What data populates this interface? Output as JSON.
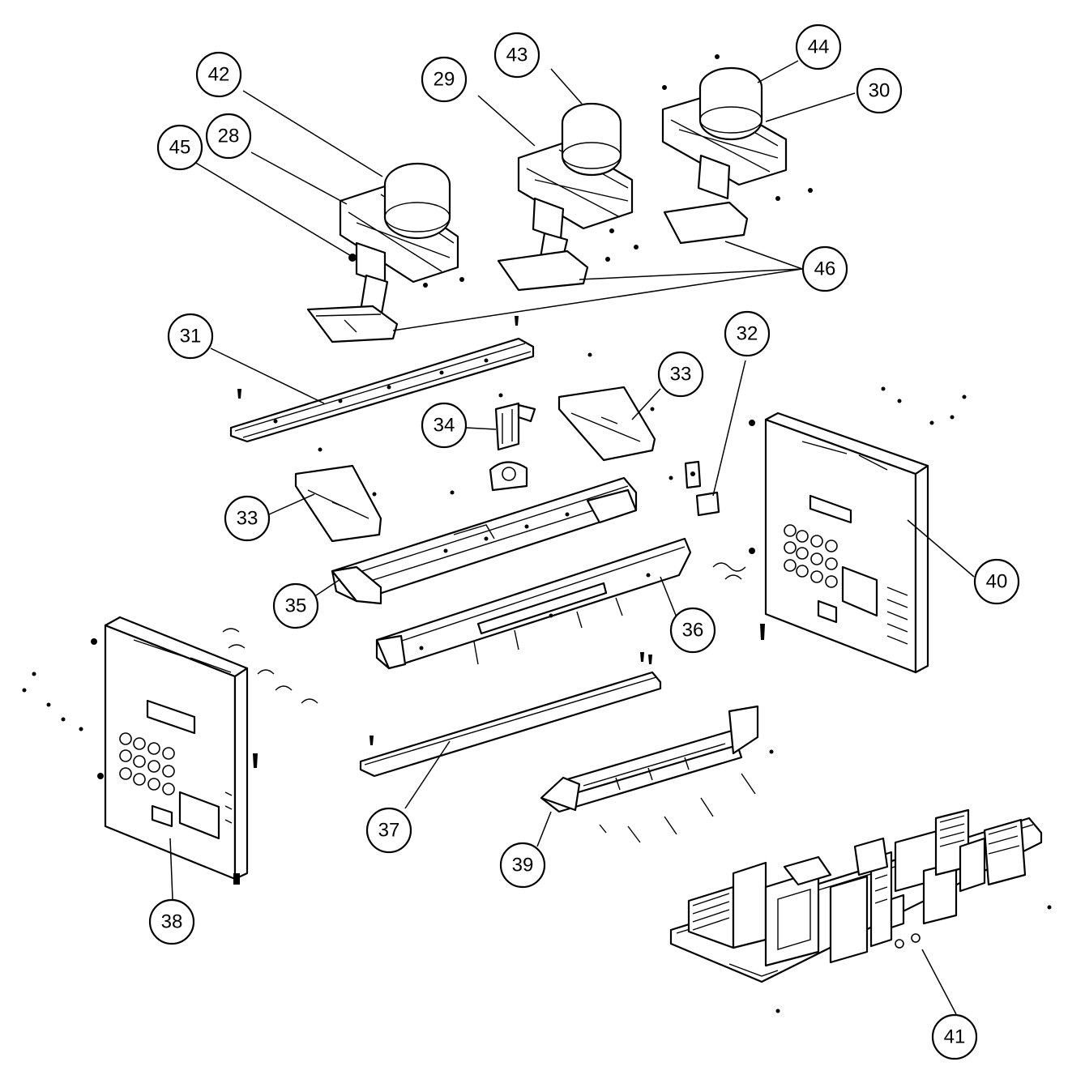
{
  "diagram": {
    "callouts": [
      {
        "part": "42-pot-knob",
        "label": "42"
      },
      {
        "part": "43-pot-knob",
        "label": "43"
      },
      {
        "part": "44-pot-knob",
        "label": "44"
      },
      {
        "part": "29-pot-bracket",
        "label": "29"
      },
      {
        "part": "30-pot-bracket",
        "label": "30"
      },
      {
        "part": "28-pot-bracket",
        "label": "28"
      },
      {
        "part": "45-pot-mount",
        "label": "45"
      },
      {
        "part": "46-pot-base",
        "label": "46"
      },
      {
        "part": "31-top-rail",
        "label": "31"
      },
      {
        "part": "32-small-bracket",
        "label": "32"
      },
      {
        "part": "33-cover-plate-right",
        "label": "33"
      },
      {
        "part": "34-clip-bracket",
        "label": "34"
      },
      {
        "part": "33-cover-plate-left",
        "label": "33"
      },
      {
        "part": "35-channel-rear",
        "label": "35"
      },
      {
        "part": "36-channel-front",
        "label": "36"
      },
      {
        "part": "40-side-panel-right",
        "label": "40"
      },
      {
        "part": "37-bottom-rail",
        "label": "37"
      },
      {
        "part": "38-side-panel-left",
        "label": "38"
      },
      {
        "part": "39-lower-channel",
        "label": "39"
      },
      {
        "part": "41-circuit-board",
        "label": "41"
      }
    ]
  }
}
